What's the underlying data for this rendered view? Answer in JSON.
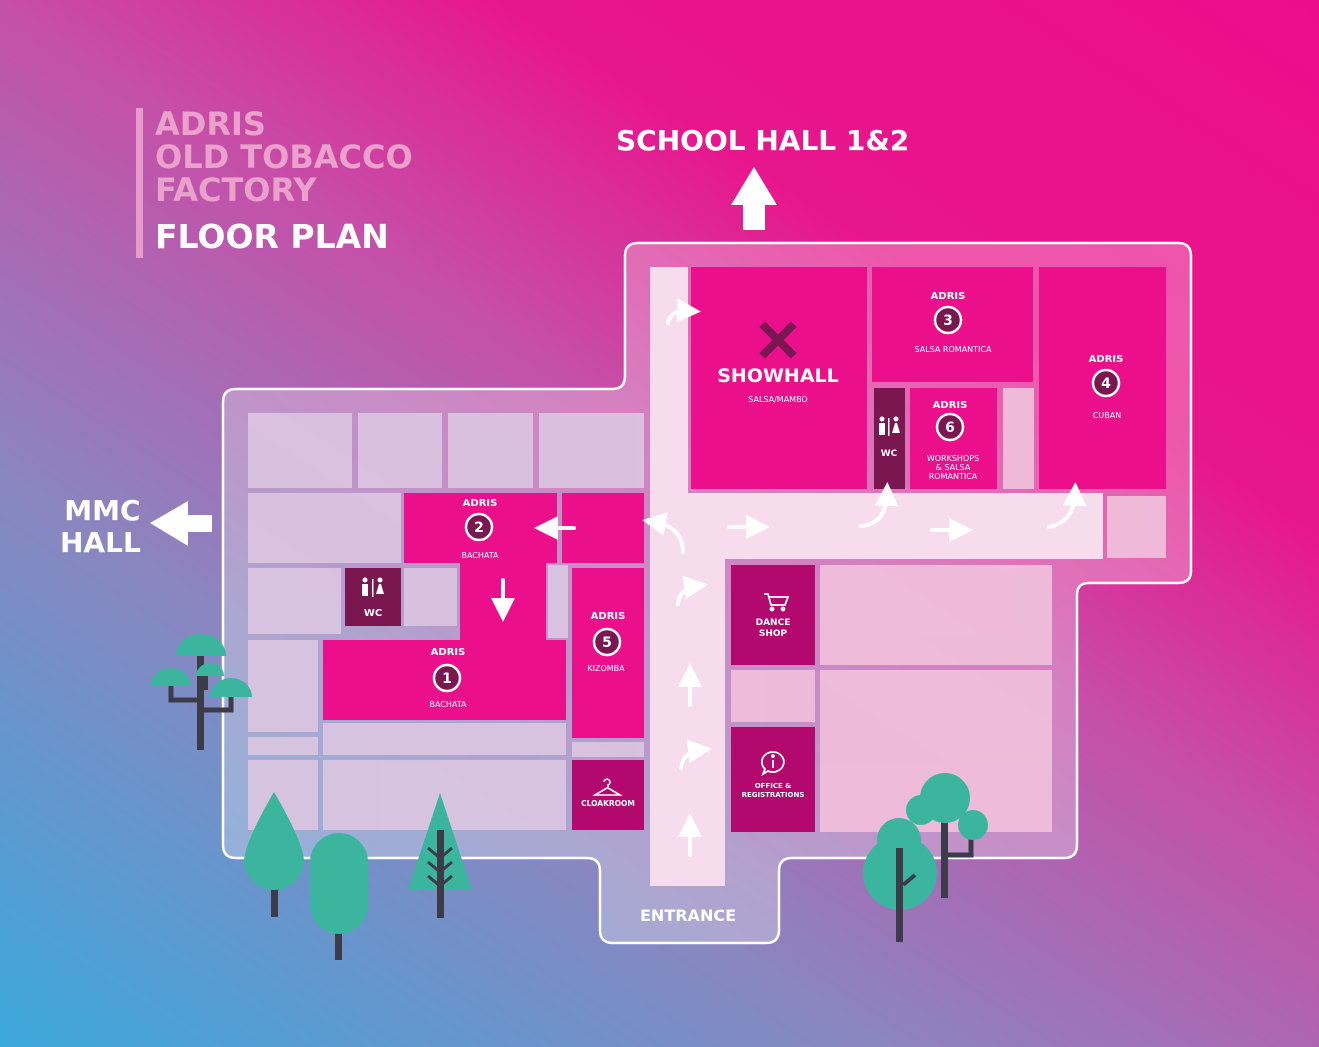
{
  "title": {
    "line1": "ADRIS",
    "line2": "OLD TOBACCO",
    "line3": "FACTORY",
    "main": "FLOOR PLAN"
  },
  "destinations": {
    "north": "SCHOOL HALL 1&2",
    "west_line1": "MMC",
    "west_line2": "HALL",
    "entrance": "ENTRANCE"
  },
  "rooms": {
    "showhall": {
      "name": "SHOWHALL",
      "sub": "SALSA/MAMBO"
    },
    "r1": {
      "venue": "ADRIS",
      "num": "1",
      "sub": "BACHATA"
    },
    "r2": {
      "venue": "ADRIS",
      "num": "2",
      "sub": "BACHATA"
    },
    "r3": {
      "venue": "ADRIS",
      "num": "3",
      "sub": "SALSA ROMANTICA"
    },
    "r4": {
      "venue": "ADRIS",
      "num": "4",
      "sub": "CUBAN"
    },
    "r5": {
      "venue": "ADRIS",
      "num": "5",
      "sub": "KIZOMBA"
    },
    "r6": {
      "venue": "ADRIS",
      "num": "6",
      "sub1": "WORKSHOPS",
      "sub2": "& SALSA",
      "sub3": "ROMANTICA"
    },
    "wc": "WC",
    "dance_shop_1": "DANCE",
    "dance_shop_2": "SHOP",
    "office_1": "OFFICE &",
    "office_2": "REGISTRATIONS",
    "cloakroom": "CLOAKROOM"
  },
  "colors": {
    "room": "#ec0f8c",
    "service": "#b3096f",
    "wc": "#7a1650",
    "corridor": "#f4d6e9",
    "tree": "#3bb59e",
    "trunk": "#3b3b4a"
  },
  "icons": [
    "showhall-x-icon",
    "restroom-icon",
    "cart-icon",
    "info-icon",
    "hanger-icon",
    "tree-icon",
    "arrow-icon"
  ]
}
